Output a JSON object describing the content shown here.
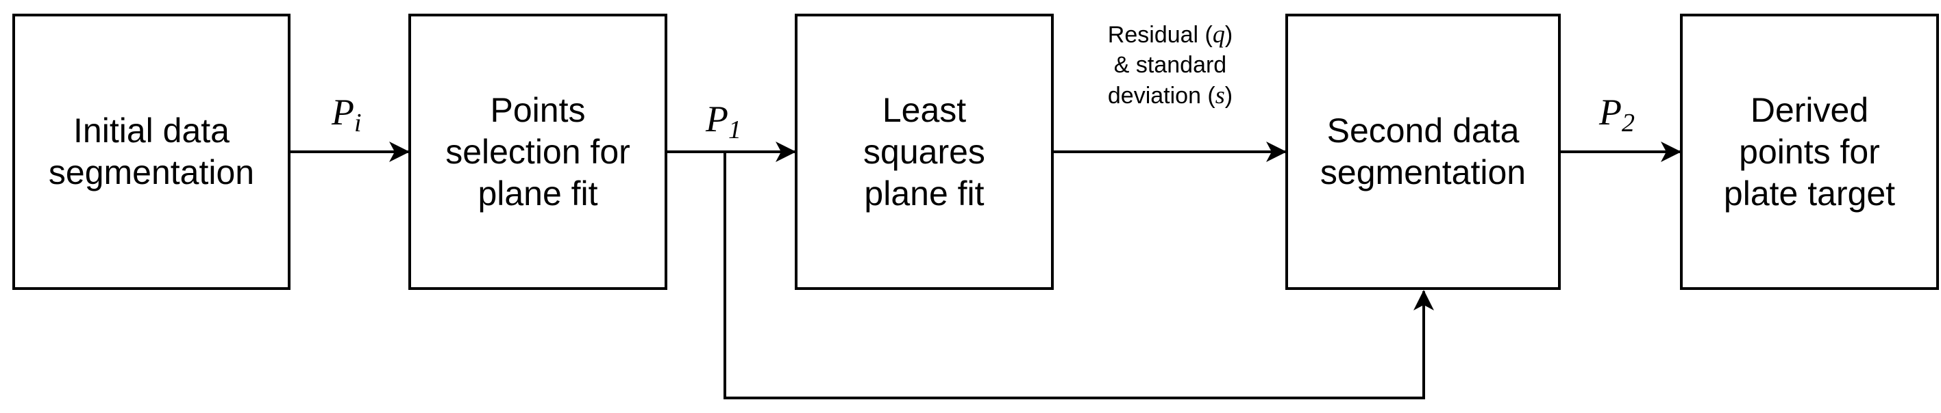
{
  "boxes": {
    "initial": "Initial data\nsegmentation",
    "selection": "Points\nselection for\nplane fit",
    "least_squares": "Least\nsquares\nplane fit",
    "second": "Second data\nsegmentation",
    "derived": "Derived\npoints for\nplate target"
  },
  "edges": {
    "p_i": {
      "base": "P",
      "sub": "i"
    },
    "p_1": {
      "base": "P",
      "sub": "1"
    },
    "p_2": {
      "base": "P",
      "sub": "2"
    }
  },
  "annotation": {
    "line1_prefix": "Residual (",
    "line1_symbol": "q",
    "line1_suffix": ")",
    "line2": "& standard",
    "line3_prefix": "deviation (",
    "line3_symbol": "s",
    "line3_suffix": ")"
  },
  "colors": {
    "stroke": "#000000",
    "background": "#ffffff"
  }
}
